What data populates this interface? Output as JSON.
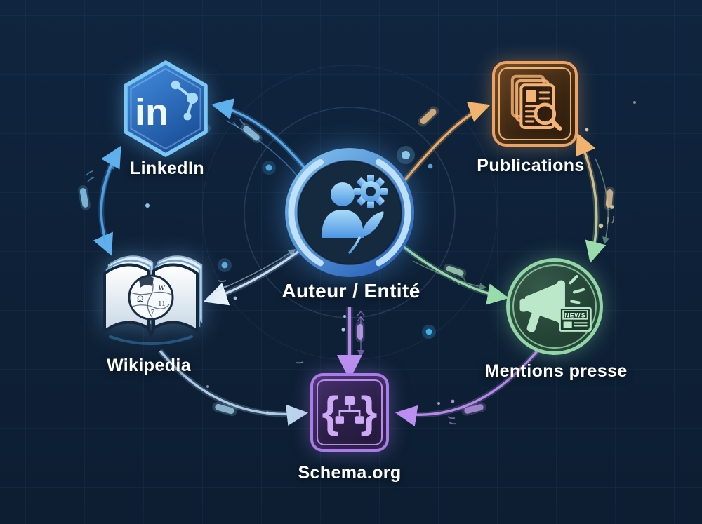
{
  "diagram_type": "entity-authority knowledge graph",
  "background_color": "#0e2138",
  "nodes": {
    "center": {
      "label": "Auteur / Entité",
      "icon": "author-gear-quill-icon",
      "shape": "circle-badge",
      "accent": "#5aa8e8"
    },
    "linkedin": {
      "label": "LinkedIn",
      "icon": "linkedin-hexagon-icon",
      "shape": "hexagon",
      "accent": "#3f8ce0",
      "glyph": "in"
    },
    "publications": {
      "label": "Publications",
      "icon": "documents-magnifier-icon",
      "shape": "rounded-square",
      "accent": "#eba263"
    },
    "wikipedia": {
      "label": "Wikipedia",
      "icon": "open-book-globe-icon",
      "shape": "open-book",
      "accent": "#dce6ee",
      "globe_letters": {
        "w": "W",
        "omega": "Ω",
        "eleven": "11",
        "seven": "7"
      }
    },
    "press": {
      "label": "Mentions presse",
      "icon": "megaphone-news-icon",
      "shape": "circle",
      "accent": "#92d5a7",
      "news_banner": "NEWS"
    },
    "schema": {
      "label": "Schema.org",
      "icon": "braces-hierarchy-icon",
      "shape": "rounded-square",
      "accent": "#aa7ce8",
      "brace_open": "{",
      "brace_close": "}"
    }
  },
  "edges": [
    {
      "from": "Auteur / Entité",
      "to": "LinkedIn",
      "direction": "bidirectional",
      "color": "#56a8e8"
    },
    {
      "from": "Auteur / Entité",
      "to": "Publications",
      "direction": "forward",
      "color": "#ecab63"
    },
    {
      "from": "LinkedIn",
      "to": "Wikipedia",
      "direction": "bidirectional",
      "color": "#4e9ee4"
    },
    {
      "from": "Publications",
      "to": "Mentions presse",
      "direction": "bidirectional",
      "color": "#ecab63 → #96d8a8"
    },
    {
      "from": "Auteur / Entité",
      "to": "Wikipedia",
      "direction": "bidirectional",
      "color": "#c6dcf2"
    },
    {
      "from": "Auteur / Entité",
      "to": "Mentions presse",
      "direction": "forward",
      "color": "#96d8a8"
    },
    {
      "from": "Auteur / Entité",
      "to": "Schema.org",
      "direction": "forward",
      "color": "#b48ae8"
    },
    {
      "from": "Wikipedia",
      "to": "Schema.org",
      "direction": "forward",
      "color": "#aacbe8"
    },
    {
      "from": "Mentions presse",
      "to": "Schema.org",
      "direction": "forward",
      "color": "#b48ae8"
    }
  ]
}
